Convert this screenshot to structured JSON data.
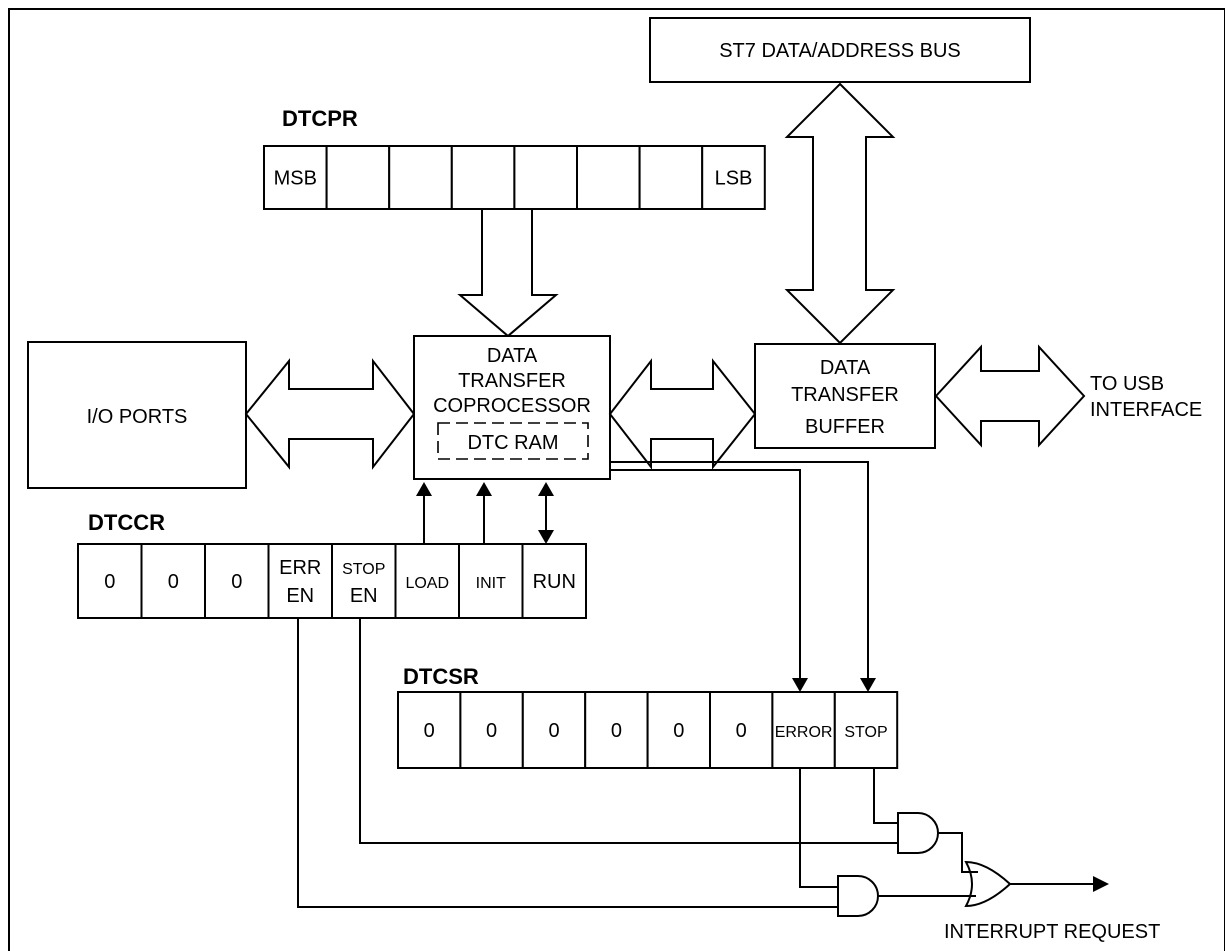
{
  "bus": {
    "label": "ST7 DATA/ADDRESS BUS"
  },
  "dtcpr": {
    "title": "DTCPR",
    "cells": [
      "MSB",
      "",
      "",
      "",
      "",
      "",
      "",
      "LSB"
    ]
  },
  "io_ports": {
    "label": "I/O PORTS"
  },
  "coprocessor": {
    "lines": [
      "DATA",
      "TRANSFER",
      "COPROCESSOR"
    ],
    "ram_label": "DTC RAM"
  },
  "buffer": {
    "lines": [
      "DATA",
      "TRANSFER",
      "BUFFER"
    ]
  },
  "usb": {
    "lines": [
      "TO USB",
      "INTERFACE"
    ]
  },
  "dtccr": {
    "title": "DTCCR",
    "cells": [
      [
        "0"
      ],
      [
        "0"
      ],
      [
        "0"
      ],
      [
        "ERR",
        "EN"
      ],
      [
        "STOP",
        "EN"
      ],
      [
        "LOAD"
      ],
      [
        "INIT"
      ],
      [
        "RUN"
      ]
    ]
  },
  "dtcsr": {
    "title": "DTCSR",
    "cells": [
      "0",
      "0",
      "0",
      "0",
      "0",
      "0",
      "ERROR",
      "STOP"
    ]
  },
  "interrupt": {
    "label": "INTERRUPT REQUEST"
  }
}
